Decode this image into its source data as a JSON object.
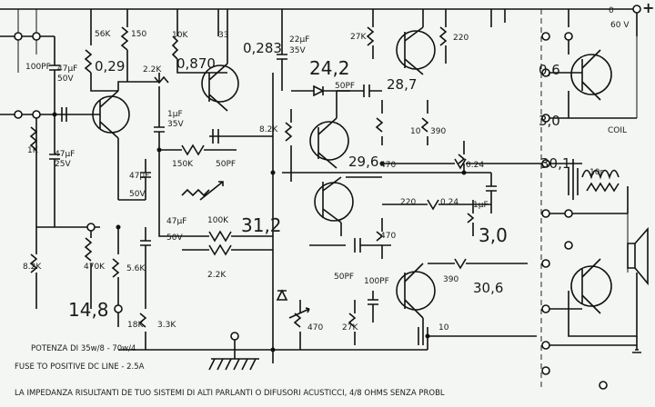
{
  "supply": {
    "voltage": "60 V",
    "polarity": "+",
    "ground": "0"
  },
  "caps": {
    "c100pf_in": "100PF",
    "c47uf_50v_a": [
      "47µF",
      "50V"
    ],
    "c47uf_25v": [
      "47µF",
      "25V"
    ],
    "c1uf_35v": [
      "1µF",
      "35V"
    ],
    "c47uf_50v_b": [
      "47µF",
      "50V"
    ],
    "c47uf_50v_c": [
      "47µF",
      "50V"
    ],
    "c22uf_35v": [
      "22µF",
      "35V"
    ],
    "c50pf_a": "50PF",
    "c50pf_b": "50PF",
    "c50pf_c": "50PF",
    "c100pf_out": "100PF",
    "c1uf": "1µF"
  },
  "resistors": {
    "r1k": "1K",
    "r56k": "56K",
    "r150": "150",
    "r8_2k_a": "8.2K",
    "r470k": "470K",
    "r10k": "10K",
    "r2_2k_a": "2.2K",
    "r150k": "150K",
    "r5_6k": "5.6K",
    "r18k": "18K",
    "r3_3k": "3.3K",
    "r33": "33",
    "r100k": "100K",
    "r2_2k_b": "2.2K",
    "r8_2k_b": "8.2K",
    "r27k_a": "27K",
    "r220_a": "220",
    "r10_a": "10",
    "r390_a": "390",
    "r470_a": "470",
    "r0_24_a": "0.24",
    "r220_b": "220",
    "r0_24_b": "0.24",
    "r470_b": "470",
    "r390_b": "390",
    "r470_c": "470",
    "r27k_b": "27K",
    "r10_b": "10",
    "r10r": "10r"
  },
  "voltages": {
    "v0_29": "0,29",
    "v0_870": "0,870",
    "v0_283": "0,283",
    "v24_2": "24,2",
    "v28_7": "28,7",
    "v0_6": "0,6",
    "v3_0_a": "3,0",
    "v29_6": "29,6",
    "v30_a": "30,1",
    "v31_2": "31,2",
    "v3_0_b": "3,0",
    "v30_6": "30,6",
    "v14_8": "14,8"
  },
  "labels": {
    "coil": "COIL"
  },
  "notes": {
    "power": "POTENZA DI 35w/8  - 70w/4",
    "fuse": "FUSE TO POSITIVE DC LINE - 2.5A",
    "impedance": "LA IMPEDANZA RISULTANTI DE TUO SISTEMI DI ALTI PARLANTI O DIFUSORI ACUSTICCI, 4/8 OHMS SENZA PROBL"
  }
}
